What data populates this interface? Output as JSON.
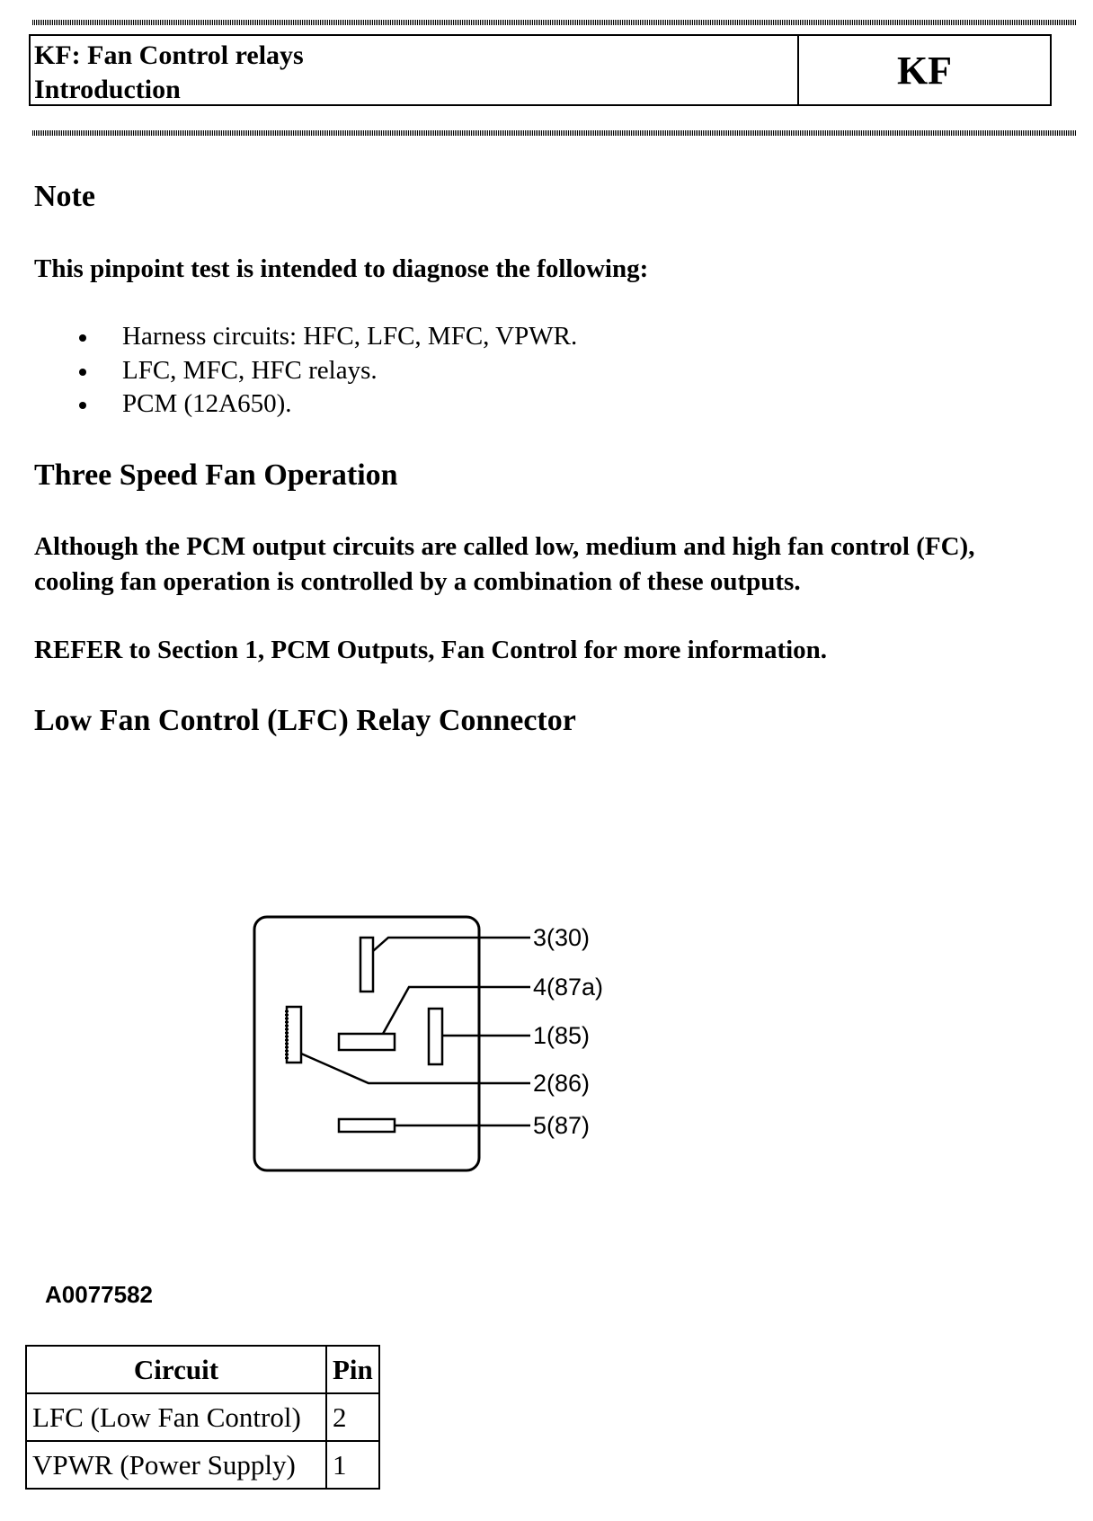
{
  "header": {
    "title_line1": "KF: Fan Control relays",
    "title_line2": "Introduction",
    "code": "KF"
  },
  "note": {
    "heading": "Note",
    "intro": "This pinpoint test is intended to diagnose the following:",
    "items": [
      "Harness circuits: HFC, LFC, MFC, VPWR.",
      "LFC, MFC, HFC relays.",
      "PCM (12A650)."
    ]
  },
  "three_speed": {
    "heading": "Three Speed Fan Operation",
    "paragraph": "Although the PCM output circuits are called low, medium and high fan control (FC), cooling fan operation is controlled by a combination of these outputs.",
    "refer": "REFER to Section 1, PCM Outputs, Fan Control for more information."
  },
  "connector": {
    "heading": "Low Fan Control (LFC) Relay Connector",
    "pins": [
      "3(30)",
      "4(87a)",
      "1(85)",
      "2(86)",
      "5(87)"
    ],
    "figure_id": "A0077582"
  },
  "table": {
    "headers": [
      "Circuit",
      "Pin"
    ],
    "rows": [
      [
        "LFC (Low Fan Control)",
        "2"
      ],
      [
        "VPWR (Power Supply)",
        "1"
      ]
    ]
  }
}
